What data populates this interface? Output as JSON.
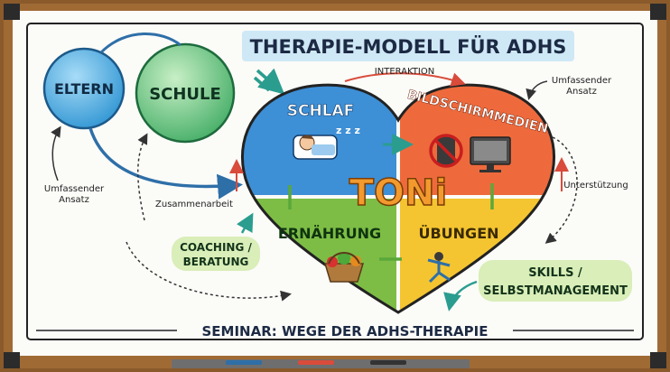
{
  "title": "THERAPIE-MODELL FÜR ADHS",
  "center_label": "TONi",
  "circles": {
    "eltern": "ELTERN",
    "schule": "SCHULE"
  },
  "heart_quadrants": {
    "schlaf": "SCHLAF",
    "bildschirmmedien": "BILDSCHIRMMEDIEN",
    "ernaehrung": "ERNÄHRUNG",
    "uebungen": "ÜBUNGEN"
  },
  "annotations": {
    "interaktion": "INTERAKTION",
    "umfassender_right": [
      "Umfassender",
      "Ansatz"
    ],
    "umfassender_left": [
      "Umfassender",
      "Ansatz"
    ],
    "zusammenarbeit": "Zusammenarbeit",
    "unterstuetzung": "Unterstützung"
  },
  "badges": {
    "coaching": [
      "COACHING /",
      "BERATUNG"
    ],
    "skills": [
      "SKILLS /",
      "SELBSTMANAGEMENT"
    ]
  },
  "footer": "SEMINAR: WEGE DER ADHS-THERAPIE",
  "icons": {
    "sleep": "sleeping-child-icon",
    "no_phone": "no-phone-icon",
    "monitor": "monitor-icon",
    "basket": "vegetable-basket-icon",
    "exercise": "exercising-person-icon",
    "zzz": "zzz-icon"
  },
  "colors": {
    "frame": "#8a5a2b",
    "schlaf": "#3d8fd6",
    "bildschirm": "#ee6a3c",
    "ernaehrung": "#7dbd45",
    "uebungen": "#f4c531",
    "title_bg": "#cfe8f6",
    "center_text": "#f29a2e",
    "badge_bg": "#d9eeb8",
    "circle_eltern": "#5fb8e8",
    "circle_schule": "#7fcf8f",
    "arrow_teal": "#2a9d8f",
    "arrow_red": "#d94b3a",
    "arrow_green": "#5aa83a"
  }
}
